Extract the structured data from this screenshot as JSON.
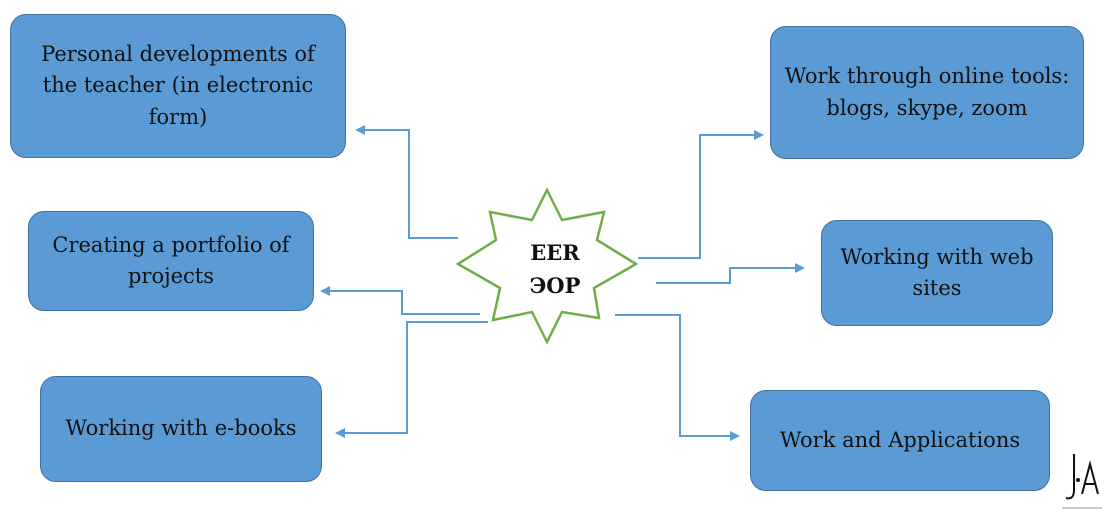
{
  "center": {
    "line1": "EER",
    "line2": "ЭОР"
  },
  "nodes": {
    "personal_developments": "Personal developments of the teacher (in electronic form)",
    "portfolio": "Creating a portfolio of projects",
    "ebooks": "Working with e-books",
    "online_tools": "Work through online tools: blogs, skype, zoom",
    "web_sites": "Working with web sites",
    "applications": "Work and Applications"
  },
  "logo_text": "JA",
  "colors": {
    "box_fill": "#5b9bd5",
    "box_border": "#41719c",
    "connector": "#5b9bd5",
    "star_outline": "#70ad47"
  }
}
